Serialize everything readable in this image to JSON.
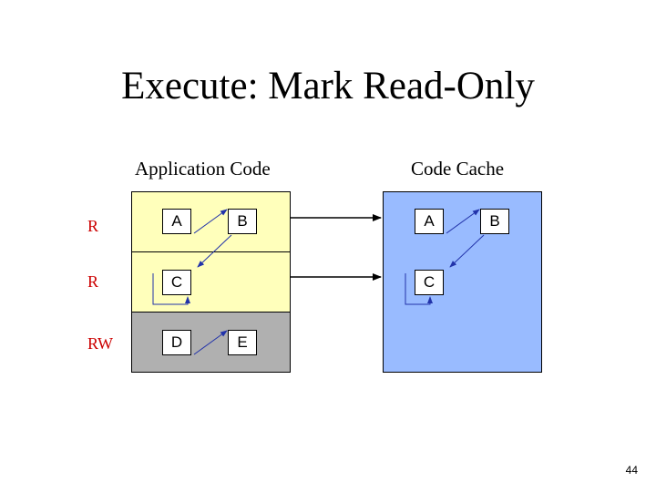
{
  "title": "Execute: Mark Read-Only",
  "left_panel": {
    "label": "Application Code",
    "rows": [
      {
        "permission": "R",
        "color": "#ffffbb"
      },
      {
        "permission": "R",
        "color": "#ffffbb"
      },
      {
        "permission": "RW",
        "color": "#b0b0b0"
      }
    ],
    "blocks": [
      "A",
      "B",
      "C",
      "D",
      "E"
    ]
  },
  "right_panel": {
    "label": "Code Cache",
    "color": "#99bbff",
    "blocks": [
      "A",
      "B",
      "C"
    ]
  },
  "colors": {
    "permission_text": "#cc0000",
    "link_arrow": "#2233aa",
    "copy_arrow": "#000000"
  },
  "page_number": "44"
}
